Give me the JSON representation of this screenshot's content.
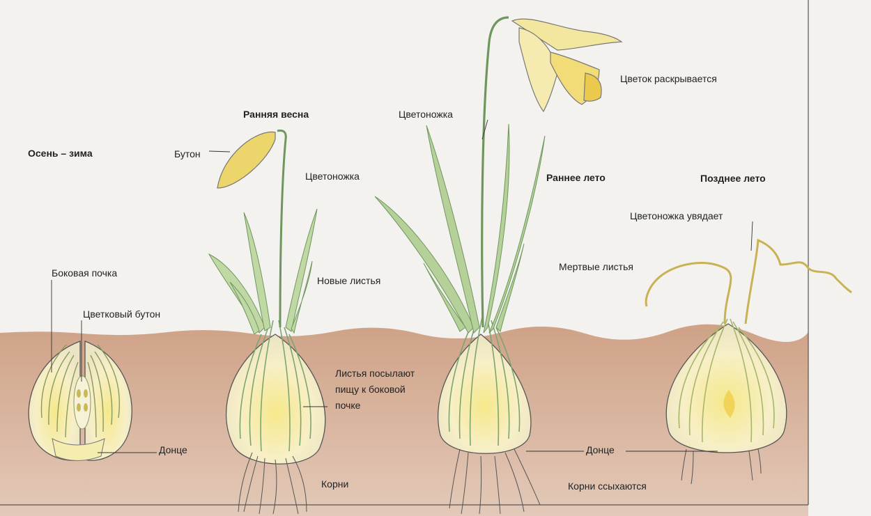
{
  "stages": {
    "autumn_winter": "Осень – зима",
    "early_spring": "Ранняя весна",
    "early_summer": "Раннее лето",
    "late_summer": "Позднее лето"
  },
  "labels": {
    "lateral_bud": "Боковая почка",
    "flower_bud": "Цветковый бутон",
    "basal_plate_1": "Донце",
    "bud": "Бутон",
    "peduncle_1": "Цветоножка",
    "new_leaves": "Новые листья",
    "leaves_feed_1": "Листья посылают",
    "leaves_feed_2": "пищу к боковой",
    "leaves_feed_3": "почке",
    "roots": "Корни",
    "peduncle_2": "Цветоножка",
    "flower_opens": "Цветок раскрывается",
    "basal_plate_2": "Донце",
    "peduncle_wilts": "Цветоножка увядает",
    "dead_leaves": "Мертвые листья",
    "roots_dry": "Корни ссыхаются"
  },
  "colors": {
    "sky": "#f3f2ee",
    "soil": "#d8b49e",
    "bulb": "#f4eab8",
    "leaf": "#8fb57f",
    "flower": "#f2e58a"
  }
}
